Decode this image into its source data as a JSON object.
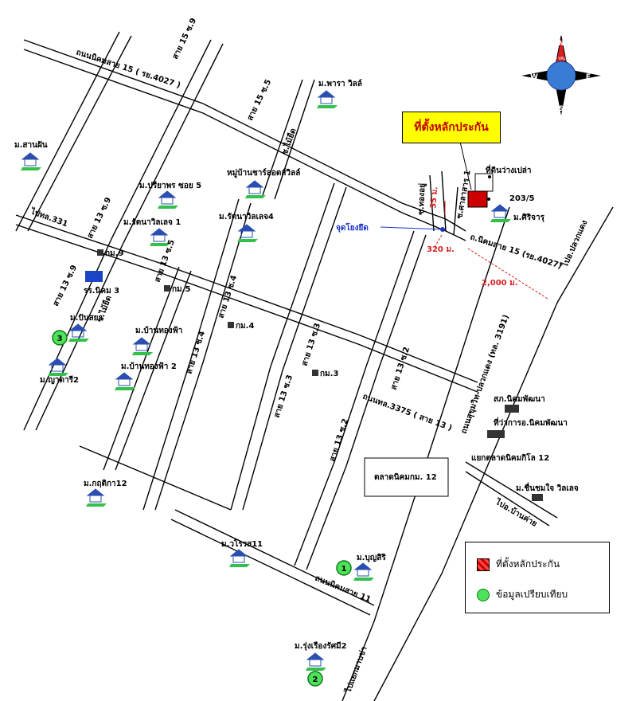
{
  "callout": {
    "text": "ที่ตั้งหลักประกัน"
  },
  "legend": {
    "collateral": "ที่ตั้งหลักประกัน",
    "comparison": "ข้อมูลเปรียบเทียบ"
  },
  "compass": {
    "n": "N",
    "s": "S",
    "e": "E",
    "w": "W",
    "ring": "WORLD VALUATION"
  },
  "distances": {
    "d35": "35 ม.",
    "d320": "320 ม.",
    "d2000": "2,000 ม."
  },
  "point_label": "จุดโยงยึด",
  "roads": {
    "nikhom15_top": "ถนนนิคมสาย 15 ( รย.4027 )",
    "s15_9": "สาย 15 ซ.9",
    "s15_5": "สาย 15 ซ.5",
    "maiyue_top": "ซ.ไม้ยืด",
    "to_331": "ไปทล.331",
    "s13_9a": "สาย 13 ซ.9",
    "s13_9b": "สาย 13 ซ.9",
    "s13_5": "สาย 13 ซ.5",
    "maiyue_mid": "ซ.ไม้ยืด",
    "s13_4a": "สาย 13 ซ.4",
    "s13_4b": "สาย 13 ซ.4",
    "s13_3a": "สาย 13 ซ.3",
    "s13_3b": "สาย 13 ซ.3",
    "s13_2a": "สาย 13 ซ.2",
    "s13_2b": "สาย 13 ซ.2",
    "thongyu": "ซ.ทองอยู่",
    "sukhsa": "ซ.ศาลาสาร 1",
    "nikhom15_right": "ถ.นิคมสาย 15 (รย.4027)",
    "to_pluakdaeng": "ไปอ.ปลวกแดง",
    "sukhumvit": "ถนนสุขุมวิท-ปลวกแดง (ทล. 3191)",
    "tl3375": "ถนนทล.3375 ( สาย 13 )",
    "nikhom11": "ถนนนิคมสาย 11",
    "to_ban_chang": "ไปอ.บ้านค่าย",
    "to_maptaphut": "ไปแยกมาบข่า"
  },
  "places": {
    "phara": "ม.พารา วิลล์",
    "santhan": "ม.สานฝัน",
    "preeyaporn": "ม.ปรียาพร ซอย 5",
    "charlotte": "หมู่บ้านชาร์ลอตส์วิลล์",
    "rattana1": "ม.รัตนาวิลเลจ 1",
    "rattana4": "ม.รัตนาวิลเลจ4",
    "empty_land": "ที่ดินว่างเปล่า",
    "num203": "203/5",
    "sirijaru": "ม.ศิริจารุ",
    "school": "รร.นิคม 3",
    "punsaya": "ม.ปันสยา",
    "yadaree2": "ม.ญาดารี2",
    "banthongfa": "ม.บ้านทองฟ้า",
    "banthongfa2": "ม.บ้านทองฟ้า 2",
    "km9": "กม.9",
    "km5": "กม.5",
    "km4": "กม.4",
    "km3": "กม.3",
    "sor_nikhom": "สภ.นิคมพัฒนา",
    "amphoe": "ที่ว่าการอ.นิคมพัฒนา",
    "yaek_talat": "แยกตลาดนิคมกิโล 12",
    "talat": "ตลาดนิคมกม. 12",
    "chuenchom": "ม.ชื่นชมใจ วิลเลจ",
    "kritika": "ม.กฤติกา12",
    "worosa": "ม.วโรรส11",
    "bunsiri": "ม.บุญสิริ",
    "rungruang": "ม.รุ่งเรืองรัศมี2"
  },
  "markers": {
    "m1": "1",
    "m2": "2",
    "m3": "3"
  }
}
